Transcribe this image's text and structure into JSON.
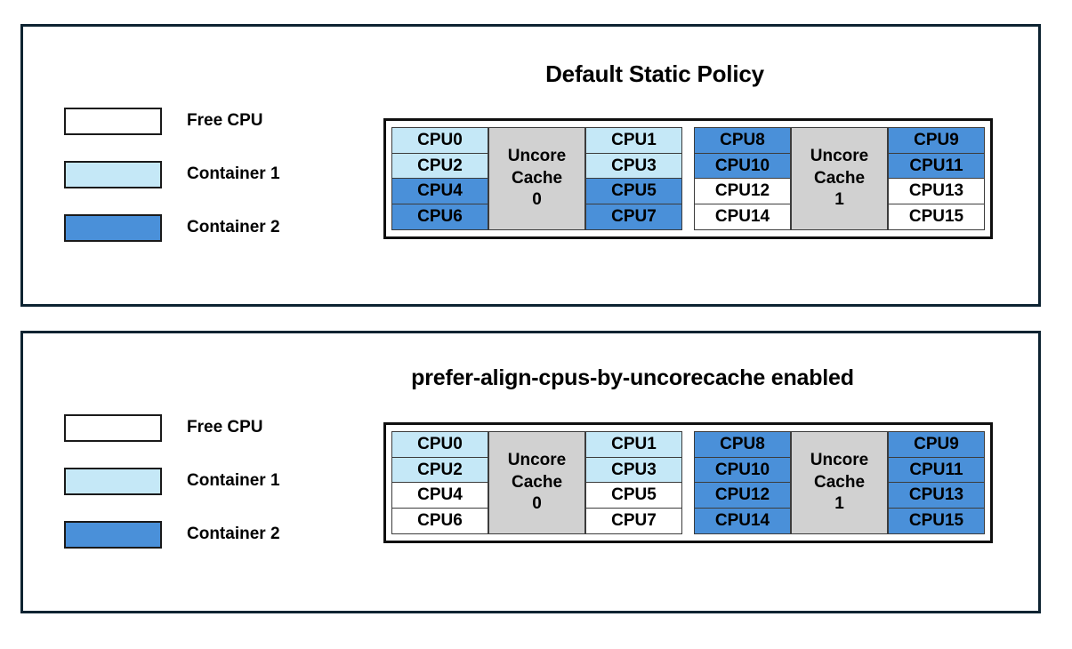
{
  "colors": {
    "free": "#ffffff",
    "container1": "#c5e8f7",
    "container2": "#4a90d9",
    "cache": "#d1d1d1",
    "panel_border": "#0d2331",
    "cell_border": "#3c3c3c"
  },
  "legend": {
    "items": [
      {
        "label": "Free CPU",
        "key": "free"
      },
      {
        "label": "Container 1",
        "key": "container1"
      },
      {
        "label": "Container 2",
        "key": "container2"
      }
    ]
  },
  "panels": [
    {
      "title": "Default Static Policy",
      "diagram": {
        "groups": [
          {
            "cache_label_line1": "Uncore",
            "cache_label_line2": "Cache",
            "cache_label_line3": "0",
            "left_column": [
              {
                "label": "CPU0",
                "state": "container1"
              },
              {
                "label": "CPU2",
                "state": "container1"
              },
              {
                "label": "CPU4",
                "state": "container2"
              },
              {
                "label": "CPU6",
                "state": "container2"
              }
            ],
            "right_column": [
              {
                "label": "CPU1",
                "state": "container1"
              },
              {
                "label": "CPU3",
                "state": "container1"
              },
              {
                "label": "CPU5",
                "state": "container2"
              },
              {
                "label": "CPU7",
                "state": "container2"
              }
            ]
          },
          {
            "cache_label_line1": "Uncore",
            "cache_label_line2": "Cache",
            "cache_label_line3": "1",
            "left_column": [
              {
                "label": "CPU8",
                "state": "container2"
              },
              {
                "label": "CPU10",
                "state": "container2"
              },
              {
                "label": "CPU12",
                "state": "free"
              },
              {
                "label": "CPU14",
                "state": "free"
              }
            ],
            "right_column": [
              {
                "label": "CPU9",
                "state": "container2"
              },
              {
                "label": "CPU11",
                "state": "container2"
              },
              {
                "label": "CPU13",
                "state": "free"
              },
              {
                "label": "CPU15",
                "state": "free"
              }
            ]
          }
        ]
      }
    },
    {
      "title": "prefer-align-cpus-by-uncorecache enabled",
      "diagram": {
        "groups": [
          {
            "cache_label_line1": "Uncore",
            "cache_label_line2": "Cache",
            "cache_label_line3": "0",
            "left_column": [
              {
                "label": "CPU0",
                "state": "container1"
              },
              {
                "label": "CPU2",
                "state": "container1"
              },
              {
                "label": "CPU4",
                "state": "free"
              },
              {
                "label": "CPU6",
                "state": "free"
              }
            ],
            "right_column": [
              {
                "label": "CPU1",
                "state": "container1"
              },
              {
                "label": "CPU3",
                "state": "container1"
              },
              {
                "label": "CPU5",
                "state": "free"
              },
              {
                "label": "CPU7",
                "state": "free"
              }
            ]
          },
          {
            "cache_label_line1": "Uncore",
            "cache_label_line2": "Cache",
            "cache_label_line3": "1",
            "left_column": [
              {
                "label": "CPU8",
                "state": "container2"
              },
              {
                "label": "CPU10",
                "state": "container2"
              },
              {
                "label": "CPU12",
                "state": "container2"
              },
              {
                "label": "CPU14",
                "state": "container2"
              }
            ],
            "right_column": [
              {
                "label": "CPU9",
                "state": "container2"
              },
              {
                "label": "CPU11",
                "state": "container2"
              },
              {
                "label": "CPU13",
                "state": "container2"
              },
              {
                "label": "CPU15",
                "state": "container2"
              }
            ]
          }
        ]
      }
    }
  ]
}
